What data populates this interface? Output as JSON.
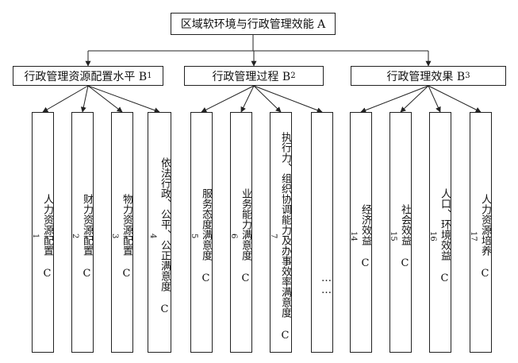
{
  "root": {
    "label": "区域软环境与行政管理效能 A"
  },
  "groups": [
    {
      "label": "行政管理资源配置水平 B",
      "sub": "1",
      "children": [
        {
          "label": "人力资源配置 C",
          "sub": "1"
        },
        {
          "label": "财力资源配置 C",
          "sub": "2"
        },
        {
          "label": "物力资源配置 C",
          "sub": "3"
        },
        {
          "label": "依法行政、公平、公正满意度 C",
          "sub": "4"
        }
      ]
    },
    {
      "label": "行政管理过程 B",
      "sub": "2",
      "children": [
        {
          "label": "服务态度满意度 C",
          "sub": "5"
        },
        {
          "label": "业务能力满意度 C",
          "sub": "6"
        },
        {
          "label": "执行力、组织协调能力及办事效率满意度 C",
          "sub": "7"
        },
        {
          "label": "……",
          "sub": ""
        }
      ]
    },
    {
      "label": "行政管理效果 B",
      "sub": "3",
      "children": [
        {
          "label": "经济效益 C",
          "sub": "14"
        },
        {
          "label": "社会效益 C",
          "sub": "15"
        },
        {
          "label": "人口、环境效益 C",
          "sub": "16"
        },
        {
          "label": "人力资源培养 C",
          "sub": "17"
        }
      ]
    }
  ]
}
